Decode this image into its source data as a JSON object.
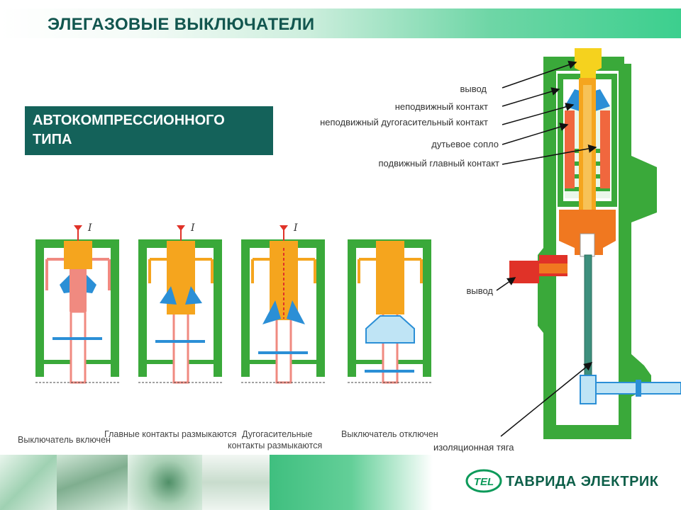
{
  "header": {
    "title": "ЭЛЕГАЗОВЫЕ ВЫКЛЮЧАТЕЛИ"
  },
  "subtitle": {
    "line1": "АВТОКОМПРЕССИОННОГО",
    "line2": "ТИПА"
  },
  "stage_current_label": "I",
  "callouts": {
    "terminal_top": "вывод",
    "fixed_contact": "неподвижный контакт",
    "fixed_arc_contact": "неподвижный дугогасительный контакт",
    "blast_nozzle": "дутьевое сопло",
    "moving_main_contact": "подвижный главный контакт",
    "terminal_side": "вывод",
    "insulating_rod": "изоляционная тяга"
  },
  "stages": [
    {
      "caption": "Выключатель включен"
    },
    {
      "caption": "Главные контакты размыкаются"
    },
    {
      "caption_line1": "Дугогасительные",
      "caption_line2": "контакты размыкаются"
    },
    {
      "caption": "Выключатель отключен"
    }
  ],
  "logo": {
    "text": "ТАВРИДА ЭЛЕКТРИК",
    "mark": "TEL"
  },
  "colors": {
    "housing_green": "#3aa93a",
    "conductor_orange": "#f5a51e",
    "contact_blue": "#2b8fd6",
    "moving_contact_pink": "#f08a80",
    "terminal_red": "#e03228",
    "accent_dark_teal": "#14625a"
  }
}
